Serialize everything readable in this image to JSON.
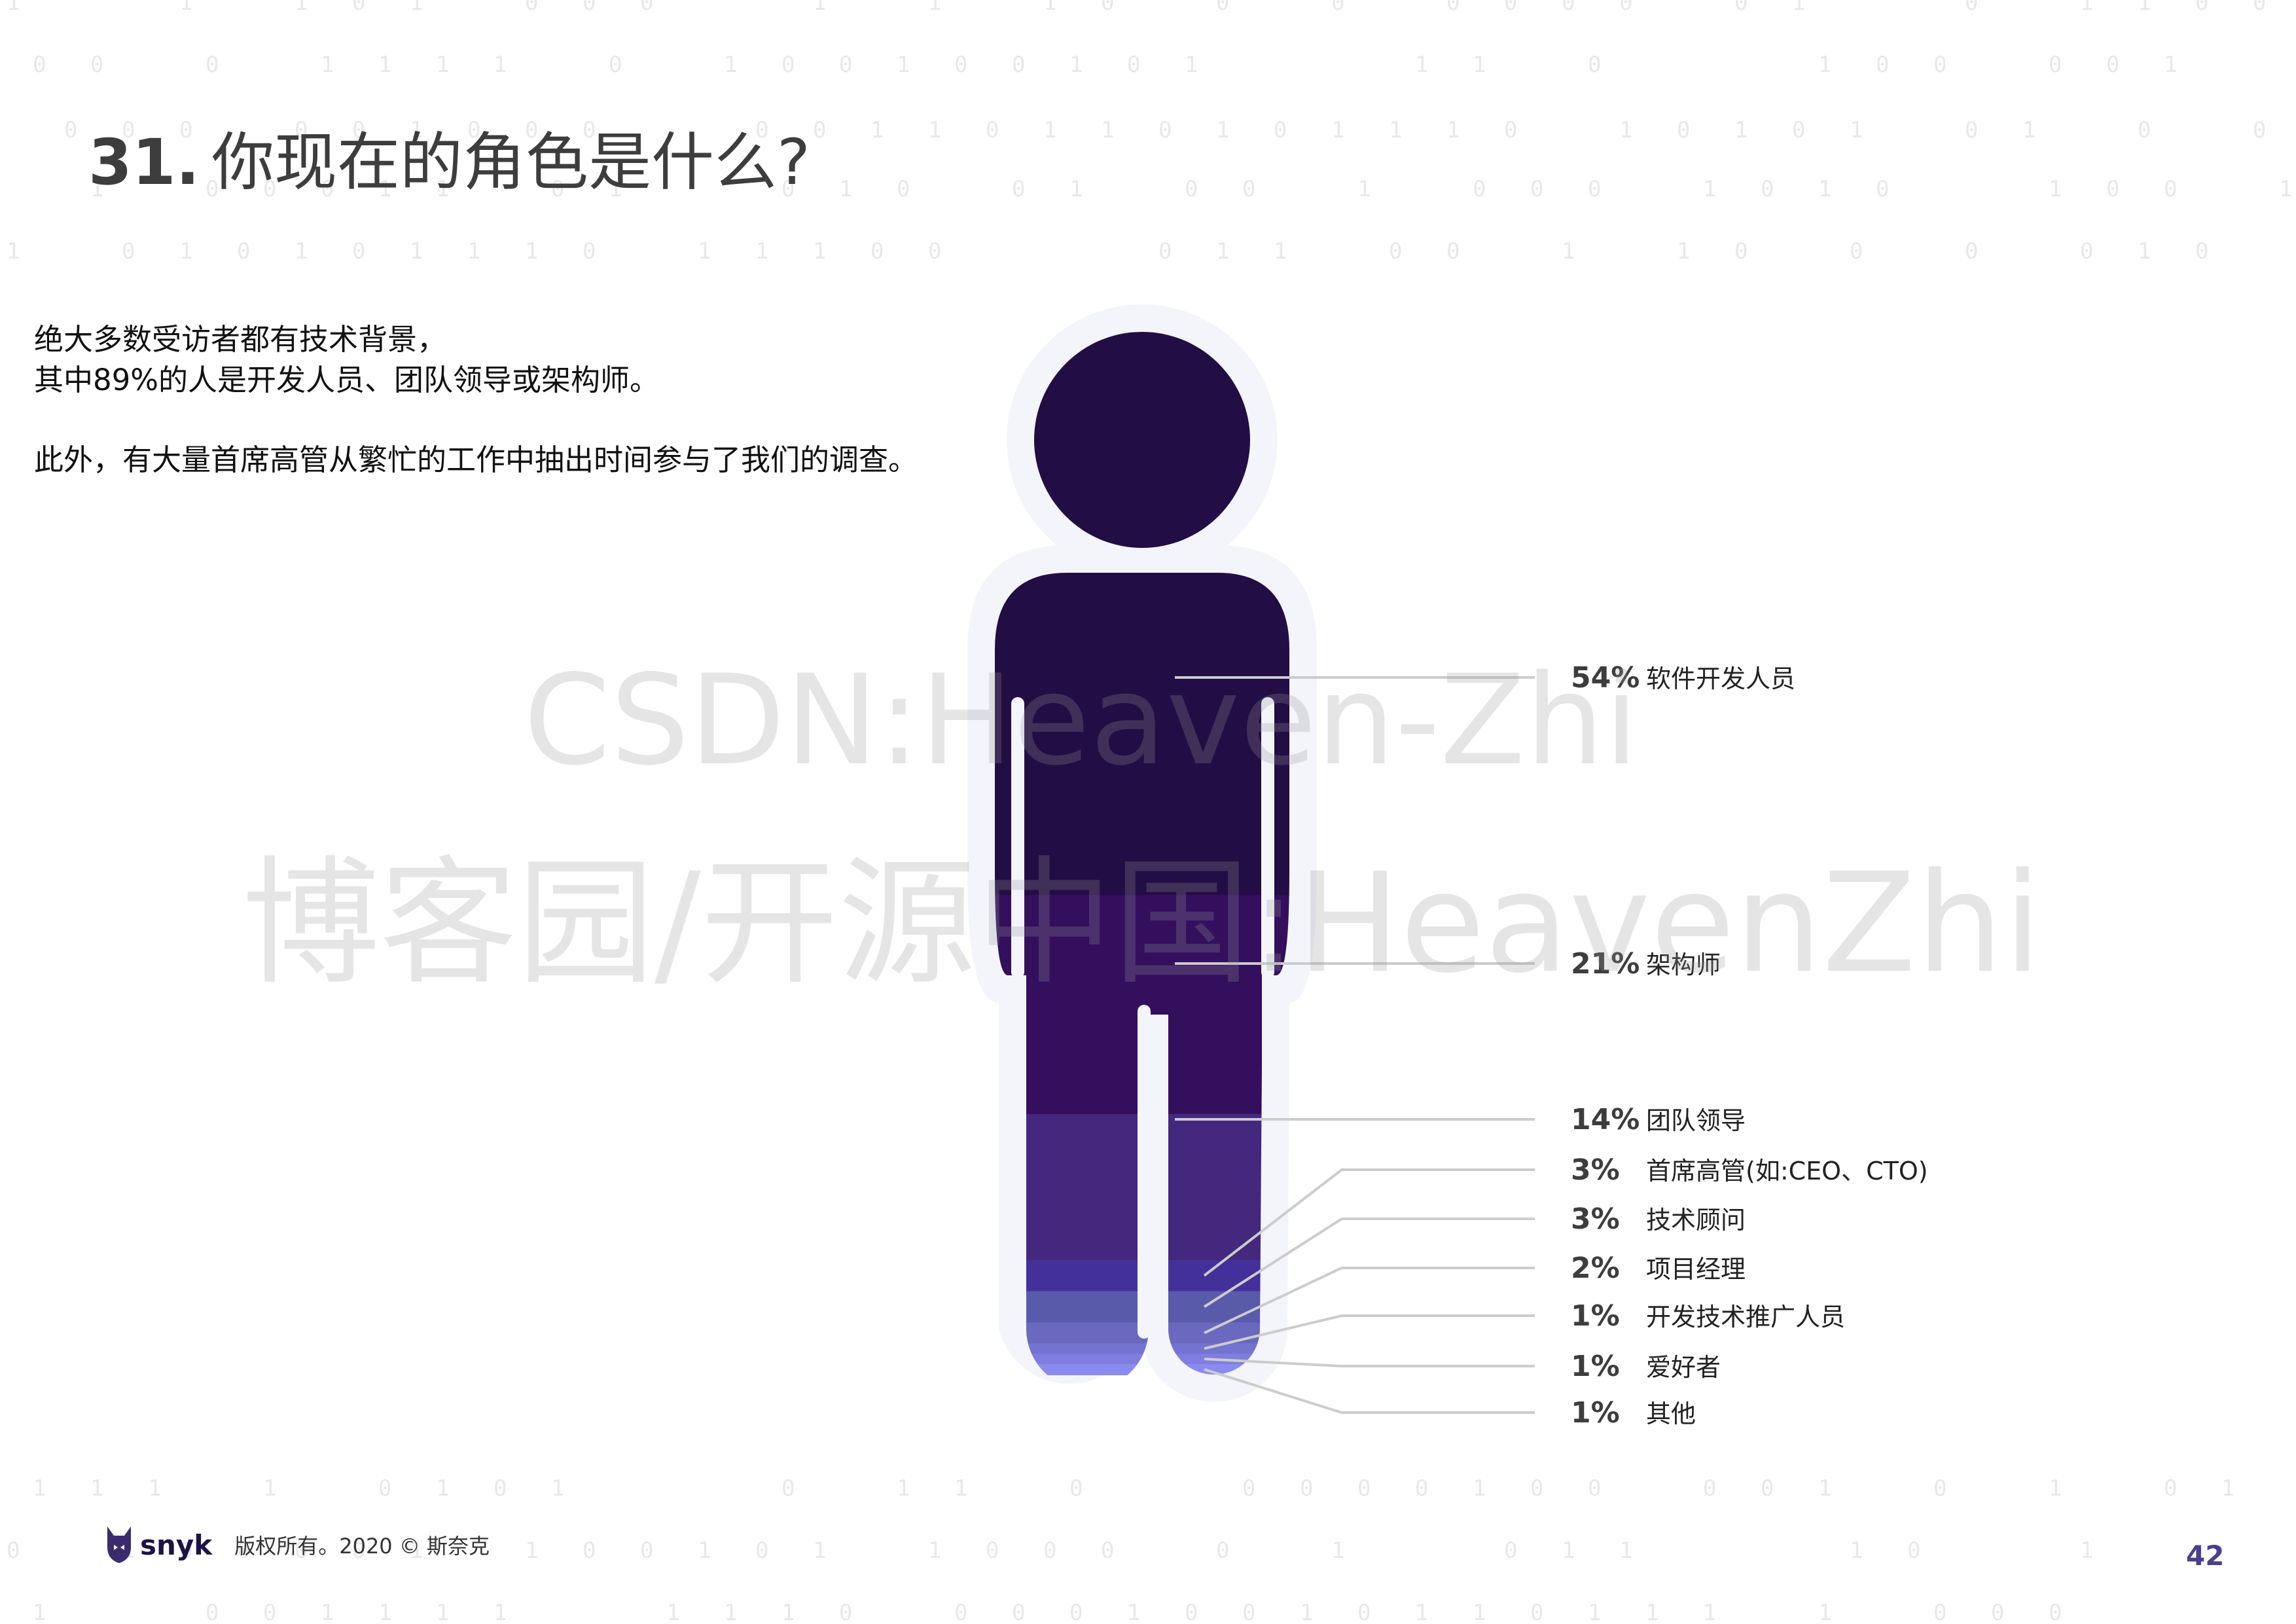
{
  "header": {
    "number": "31.",
    "title": "你现在的角色是什么?"
  },
  "intro": {
    "line1": "绝大多数受访者都有技术背景，",
    "line2": "其中89%的人是开发人员、团队领导或架构师。",
    "line3": "此外，有大量首席高管从繁忙的工作中抽出时间参与了我们的调查。"
  },
  "watermark": {
    "line1": "CSDN:Heaven-Zhi",
    "line2": "博客园/开源中国:HeavenZhi"
  },
  "footer": {
    "brand": "snyk",
    "copyright": "版权所有。2020 © 斯奈克",
    "page_number": "42"
  },
  "chart_data": {
    "type": "pictogram",
    "title": "你现在的角色是什么?",
    "unit": "%",
    "categories": [
      "软件开发人员",
      "架构师",
      "团队领导",
      "首席高管(如:CEO、CTO)",
      "技术顾问",
      "项目经理",
      "开发技术推广人员",
      "爱好者",
      "其他"
    ],
    "values": [
      54,
      21,
      14,
      3,
      3,
      2,
      1,
      1,
      1
    ],
    "value_labels": [
      "54%",
      "21%",
      "14%",
      "3%",
      "3%",
      "2%",
      "1%",
      "1%",
      "1%"
    ],
    "colors": [
      "#230d45",
      "#330f5e",
      "#43287d",
      "#44309a",
      "#5a5aab",
      "#6b68c0",
      "#7473d0",
      "#7f7ee0",
      "#8a8bf0"
    ],
    "legend": "right, leader lines"
  },
  "colors": {
    "title": "#3d3d3d",
    "leader_line": "#cccccc",
    "binary_digits": "#e8e8ec",
    "page_number": "#4b3f8c",
    "figure_halo": "#f3f5fb"
  }
}
